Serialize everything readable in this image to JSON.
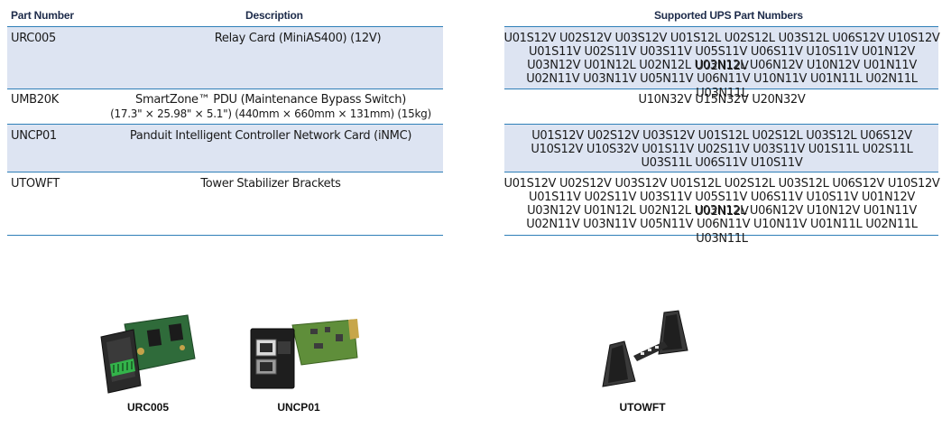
{
  "headers": {
    "part_number": "Part Number",
    "description": "Description",
    "supported": "Supported UPS Part Numbers"
  },
  "left_rows": [
    {
      "part": "URC005",
      "desc": [
        "Relay Card (MiniAS400) (12V)"
      ]
    },
    {
      "part": "UMB20K",
      "desc": [
        "SmartZone™ PDU (Maintenance Bypass Switch)",
        "(17.3\" × 25.98\" × 5.1\") (440mm × 660mm × 131mm) (15kg)"
      ]
    },
    {
      "part": "UNCP01",
      "desc": [
        "Panduit Intelligent Controller Network Card (iNMC)"
      ]
    },
    {
      "part": "UTOWFT",
      "desc": [
        "Tower Stabilizer Brackets"
      ]
    }
  ],
  "right_rows": [
    [
      "U01S12V U02S12V U03S12V U01S12L U02S12L U03S12L U06S12V U10S12V",
      "U01S11V U02S11V U03S11V U05S11V U06S11V U10S11V U01N12V U02N12V",
      "U03N12V U01N12L U02N12L U03N12L U06N12V U10N12V U01N11V",
      "U02N11V U03N11V U05N11V U06N11V U10N11V U01N11L U02N11L U03N11L"
    ],
    [
      "U10N32V U15N32V U20N32V"
    ],
    [
      "U01S12V U02S12V U03S12V U01S12L U02S12L U03S12L U06S12V",
      "U10S12V U10S32V U01S11V U02S11V U03S11V U01S11L U02S11L",
      "U03S11L U06S11V U10S11V"
    ],
    [
      "U01S12V U02S12V U03S12V U01S12L U02S12L U03S12L U06S12V U10S12V",
      "U01S11V U02S11V U03S11V U05S11V U06S11V U10S11V U01N12V U02N12V",
      "U03N12V U01N12L U02N12L U03N12L U06N12V U10N12V U01N11V",
      "U02N11V U03N11V U05N11V U06N11V U10N11V U01N11L U02N11L U03N11L"
    ]
  ],
  "captions": {
    "urc005": "URC005",
    "uncp01": "UNCP01",
    "utowft": "UTOWFT"
  },
  "colors": {
    "rule": "#2f7fb8",
    "shade": "#dde4f2",
    "header": "#1d2b4a"
  }
}
